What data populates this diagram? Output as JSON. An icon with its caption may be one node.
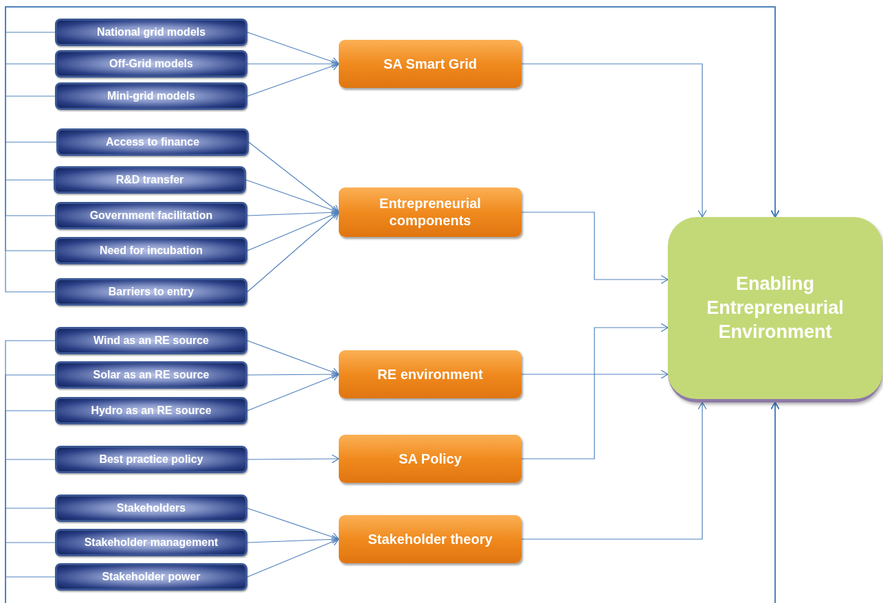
{
  "diagram": {
    "nodes": [
      {
        "text": [
          "National grid models"
        ]
      },
      {
        "text": [
          "Off-Grid  models"
        ]
      },
      {
        "text": [
          "Mini-grid models"
        ]
      },
      {
        "text": [
          "Access  to finance"
        ]
      },
      {
        "text": [
          "R&D  transfer"
        ]
      },
      {
        "text": [
          "Government facilitation"
        ]
      },
      {
        "text": [
          "Need for  incubation"
        ]
      },
      {
        "text": [
          "Barriers to  entry"
        ]
      },
      {
        "text": [
          "Wind as  an RE  source"
        ]
      },
      {
        "text": [
          "Solar as an RE  source"
        ]
      },
      {
        "text": [
          "Hydro  as an RE source"
        ]
      },
      {
        "text": [
          "Best practice policy"
        ]
      },
      {
        "text": [
          "Stakeholders"
        ]
      },
      {
        "text": [
          "Stakeholder management"
        ]
      },
      {
        "text": [
          "Stakeholder power"
        ]
      },
      {
        "text": [
          "SA Smart Grid"
        ]
      },
      {
        "text": [
          "Entrepreneurial components"
        ]
      },
      {
        "text": [
          "RE environment"
        ]
      },
      {
        "text": [
          "SA Policy"
        ]
      },
      {
        "text": [
          "Stakeholder  theory"
        ]
      },
      {
        "text": [
          "Enabling Entrepreneurial Environment"
        ]
      }
    ],
    "edges": [
      {
        "from": 0,
        "to": 15,
        "arrow": "to"
      },
      {
        "from": 1,
        "to": 15,
        "arrow": "to"
      },
      {
        "from": 2,
        "to": 15,
        "arrow": "to"
      },
      {
        "from": 3,
        "to": 16,
        "arrow": "to"
      },
      {
        "from": 4,
        "to": 16,
        "arrow": "to"
      },
      {
        "from": 5,
        "to": 16,
        "arrow": "to"
      },
      {
        "from": 6,
        "to": 16,
        "arrow": "to"
      },
      {
        "from": 7,
        "to": 16,
        "arrow": "to"
      },
      {
        "from": 8,
        "to": 17,
        "arrow": "to"
      },
      {
        "from": 9,
        "to": 17,
        "arrow": "to"
      },
      {
        "from": 10,
        "to": 17,
        "arrow": "to"
      },
      {
        "from": 11,
        "to": 18,
        "arrow": "to"
      },
      {
        "from": 12,
        "to": 19,
        "arrow": "to"
      },
      {
        "from": 13,
        "to": 19,
        "arrow": "to"
      },
      {
        "from": 14,
        "to": 19,
        "arrow": "to"
      },
      {
        "from": 15,
        "to": 20,
        "arrow": "to"
      },
      {
        "from": 16,
        "to": 20,
        "arrow": "to"
      },
      {
        "from": 17,
        "to": 20,
        "arrow": "to"
      },
      {
        "from": 18,
        "to": 20,
        "arrow": "to"
      },
      {
        "from": 19,
        "to": 20,
        "arrow": "to"
      },
      {
        "from": 0,
        "to": 20,
        "arrow": "to"
      },
      {
        "from": 1,
        "to": 20,
        "arrow": "to"
      },
      {
        "from": 2,
        "to": 20,
        "arrow": "to"
      },
      {
        "from": 3,
        "to": 20,
        "arrow": "to"
      },
      {
        "from": 4,
        "to": 20,
        "arrow": "to"
      },
      {
        "from": 5,
        "to": 20,
        "arrow": "to"
      },
      {
        "from": 6,
        "to": 20,
        "arrow": "to"
      },
      {
        "from": 7,
        "to": 20,
        "arrow": "to"
      },
      {
        "from": 8,
        "to": 20,
        "arrow": "to"
      },
      {
        "from": 9,
        "to": 20,
        "arrow": "to"
      },
      {
        "from": 10,
        "to": 20,
        "arrow": "to"
      },
      {
        "from": 11,
        "to": 20,
        "arrow": "to"
      },
      {
        "from": 12,
        "to": 20,
        "arrow": "to"
      },
      {
        "from": 13,
        "to": 20,
        "arrow": "to"
      },
      {
        "from": 14,
        "to": 20,
        "arrow": "to"
      }
    ]
  }
}
